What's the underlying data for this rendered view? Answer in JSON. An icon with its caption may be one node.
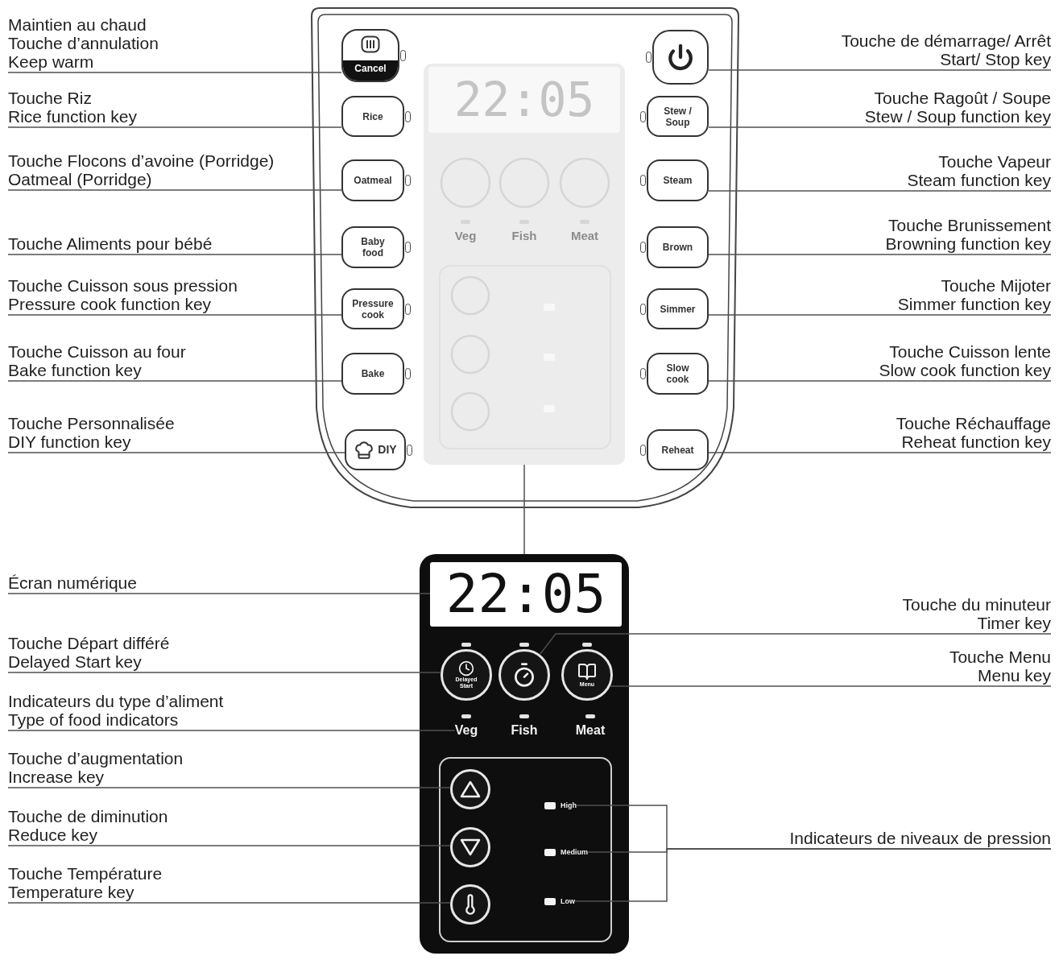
{
  "diagram": {
    "nodes": [
      {
        "text": [],
        "shape": "box"
      },
      {
        "text": [
          "Cancel"
        ],
        "in": 0
      },
      {
        "text": [],
        "shape": "box",
        "in": 0
      },
      {
        "text": [
          "Rice"
        ],
        "in": 0
      },
      {
        "text": [
          "Stew / Soup"
        ],
        "in": 0
      },
      {
        "text": [
          "Oatmeal"
        ],
        "in": 0
      },
      {
        "text": [
          "Steam"
        ],
        "in": 0
      },
      {
        "text": [
          "Baby food"
        ],
        "in": 0
      },
      {
        "text": [
          "Brown"
        ],
        "in": 0
      },
      {
        "text": [
          "Pressure cook"
        ],
        "in": 0
      },
      {
        "text": [
          "Simmer"
        ],
        "in": 0
      },
      {
        "text": [
          "Bake"
        ],
        "in": 0
      },
      {
        "text": [
          "Slow cook"
        ],
        "in": 0
      },
      {
        "text": [
          "DIY"
        ],
        "in": 0
      },
      {
        "text": [
          "Reheat"
        ],
        "in": 0
      },
      {
        "text": [
          "22:05",
          "Veg",
          "Fish",
          "Meat"
        ],
        "in": 0
      },
      {
        "text": [
          "Maintien au chaud",
          "Touche d’annulation",
          "Keep warm"
        ]
      },
      {
        "text": [
          "Touche de démarrage/ Arrêt",
          "Start/ Stop key"
        ]
      },
      {
        "text": [
          "Touche Riz",
          "Rice function key"
        ]
      },
      {
        "text": [
          "Touche Ragoût / Soupe",
          "Stew / Soup function key"
        ]
      },
      {
        "text": [
          "Touche Flocons d’avoine (Porridge)",
          "Oatmeal (Porridge)"
        ]
      },
      {
        "text": [
          "Touche Vapeur",
          "Steam function key"
        ]
      },
      {
        "text": [
          "Touche Aliments pour bébé"
        ]
      },
      {
        "text": [
          "Touche Brunissement",
          "Browning function key"
        ]
      },
      {
        "text": [
          "Touche Cuisson sous pression",
          "Pressure cook function key"
        ]
      },
      {
        "text": [
          "Touche Mijoter",
          "Simmer function key"
        ]
      },
      {
        "text": [
          "Touche Cuisson au four",
          "Bake function key"
        ]
      },
      {
        "text": [
          "Touche Cuisson lente",
          "Slow cook function key"
        ]
      },
      {
        "text": [
          "Touche Personnalisée",
          "DIY function key"
        ]
      },
      {
        "text": [
          "Touche Réchauffage",
          "Reheat function key"
        ]
      },
      {
        "text": [],
        "shape": "box"
      },
      {
        "text": [
          "22:05"
        ],
        "in": 30
      },
      {
        "text": [
          "Delayed Start"
        ],
        "in": 30
      },
      {
        "text": [],
        "shape": "circle",
        "in": 30
      },
      {
        "text": [
          "Menu"
        ],
        "in": 30
      },
      {
        "text": [
          "Veg"
        ],
        "in": 30
      },
      {
        "text": [
          "Fish"
        ],
        "in": 30
      },
      {
        "text": [
          "Meat"
        ],
        "in": 30
      },
      {
        "text": [],
        "shape": "box",
        "in": 30
      },
      {
        "text": [],
        "shape": "circle",
        "in": 38
      },
      {
        "text": [
          "High"
        ],
        "in": 38
      },
      {
        "text": [],
        "shape": "circle",
        "in": 38
      },
      {
        "text": [
          "Medium"
        ],
        "in": 38
      },
      {
        "text": [],
        "shape": "circle",
        "in": 38
      },
      {
        "text": [
          "Low"
        ],
        "in": 38
      },
      {
        "text": [
          "Écran numérique"
        ]
      },
      {
        "text": [
          "Touche du minuteur",
          "Timer key"
        ]
      },
      {
        "text": [
          "Touche Départ différé",
          "Delayed Start key"
        ]
      },
      {
        "text": [
          "Touche Menu",
          "Menu key"
        ]
      },
      {
        "text": [
          "Indicateurs du type d’aliment",
          "Type of food indicators"
        ]
      },
      {
        "text": [
          "Touche d’augmentation",
          "Increase key"
        ]
      },
      {
        "text": [
          "Touche de diminution",
          "Reduce key"
        ]
      },
      {
        "text": [
          "Indicateurs de niveaux de pression"
        ]
      },
      {
        "text": [
          "Touche Température",
          "Temperature key"
        ]
      }
    ],
    "edges": [
      {
        "from": 16,
        "to": 1,
        "arrow": "none"
      },
      {
        "from": 17,
        "to": 2,
        "arrow": "none"
      },
      {
        "from": 18,
        "to": 3,
        "arrow": "none"
      },
      {
        "from": 19,
        "to": 4,
        "arrow": "none"
      },
      {
        "from": 20,
        "to": 5,
        "arrow": "none"
      },
      {
        "from": 21,
        "to": 6,
        "arrow": "none"
      },
      {
        "from": 22,
        "to": 7,
        "arrow": "none"
      },
      {
        "from": 23,
        "to": 8,
        "arrow": "none"
      },
      {
        "from": 24,
        "to": 9,
        "arrow": "none"
      },
      {
        "from": 25,
        "to": 10,
        "arrow": "none"
      },
      {
        "from": 26,
        "to": 11,
        "arrow": "none"
      },
      {
        "from": 27,
        "to": 12,
        "arrow": "none"
      },
      {
        "from": 28,
        "to": 13,
        "arrow": "none"
      },
      {
        "from": 29,
        "to": 14,
        "arrow": "none"
      },
      {
        "from": 15,
        "to": 30,
        "arrow": "none"
      },
      {
        "from": 45,
        "to": 31,
        "arrow": "none"
      },
      {
        "from": 46,
        "to": 33,
        "arrow": "none"
      },
      {
        "from": 47,
        "to": 32,
        "arrow": "none"
      },
      {
        "from": 48,
        "to": 34,
        "arrow": "none"
      },
      {
        "from": 49,
        "to": 35,
        "arrow": "none"
      },
      {
        "from": 50,
        "to": 39,
        "arrow": "none"
      },
      {
        "from": 51,
        "to": 41,
        "arrow": "none"
      },
      {
        "from": 52,
        "to": 40,
        "arrow": "none"
      },
      {
        "from": 52,
        "to": 42,
        "arrow": "none"
      },
      {
        "from": 52,
        "to": 44,
        "arrow": "none"
      },
      {
        "from": 53,
        "to": 43,
        "arrow": "none"
      }
    ]
  }
}
